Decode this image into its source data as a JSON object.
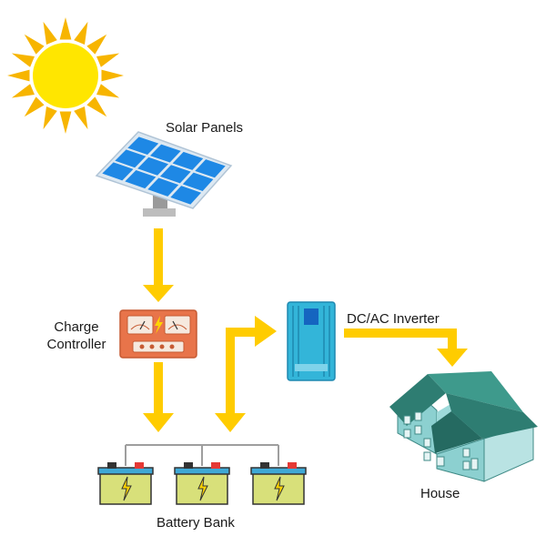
{
  "labels": {
    "solar_panels": "Solar Panels",
    "charge_controller_line1": "Charge",
    "charge_controller_line2": "Controller",
    "inverter": "DC/AC Inverter",
    "house": "House",
    "battery_bank": "Battery Bank"
  },
  "colors": {
    "sun": "#FFE600",
    "sun_rays": "#F7B500",
    "arrow": "#FFCC00",
    "panel_cell": "#1E88E5",
    "controller": "#E8744A",
    "inverter": "#33B5D9",
    "house_roof": "#2E7D72",
    "house_wall": "#8CD0D0",
    "battery": "#D8E07A",
    "wire": "#9E9E9E"
  },
  "icons": [
    "sun-icon",
    "solar-panel-icon",
    "charge-controller-icon",
    "inverter-icon",
    "battery-icon",
    "house-icon"
  ]
}
